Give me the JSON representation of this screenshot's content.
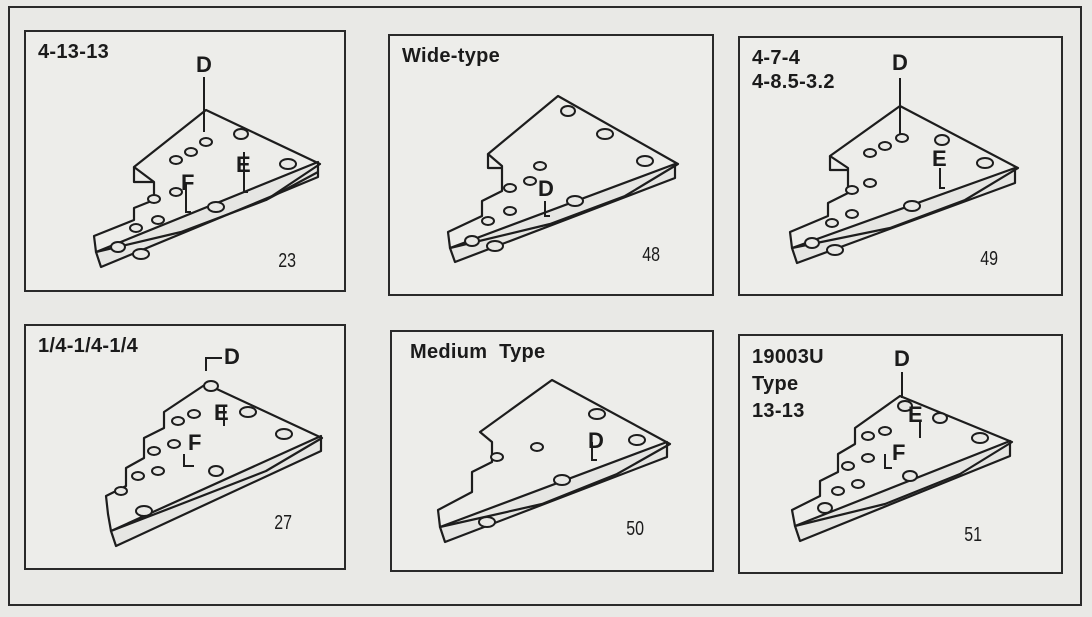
{
  "panels": [
    {
      "id": "p1",
      "title": "4-13-13",
      "part_number": "23",
      "labels": [
        "D",
        "E",
        "F"
      ]
    },
    {
      "id": "p2",
      "title": "Wide-type",
      "part_number": "48",
      "labels": [
        "D"
      ]
    },
    {
      "id": "p3",
      "title": "4-7-4\n4-8.5-3.2",
      "part_number": "49",
      "labels": [
        "D",
        "E"
      ]
    },
    {
      "id": "p4",
      "title": "1/4-1/4-1/4",
      "part_number": "27",
      "labels": [
        "D",
        "E",
        "F"
      ]
    },
    {
      "id": "p5",
      "title": "Medium  Type",
      "part_number": "50",
      "labels": [
        "D"
      ]
    },
    {
      "id": "p6",
      "title": "19003U\nType\n13-13",
      "part_number": "51",
      "labels": [
        "D",
        "E",
        "F"
      ]
    }
  ]
}
